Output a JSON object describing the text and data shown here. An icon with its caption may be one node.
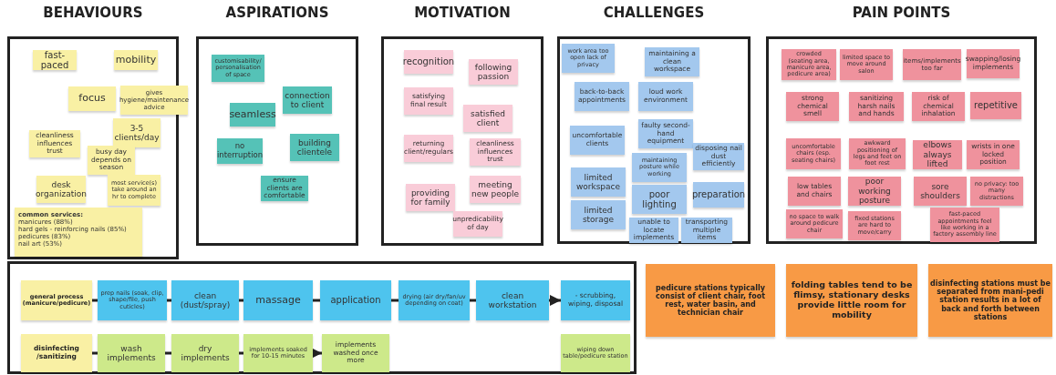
{
  "diagram": {
    "nodes": [
      {
        "text": [
          "BEHAVIOURS"
        ]
      },
      {
        "text": [
          "fast-paced"
        ],
        "in": 0
      },
      {
        "text": [
          "mobility"
        ],
        "in": 0
      },
      {
        "text": [
          "focus"
        ],
        "in": 0
      },
      {
        "text": [
          "gives hygiene/maintenance advice"
        ],
        "in": 0
      },
      {
        "text": [
          "3-5 clients/day"
        ],
        "in": 0
      },
      {
        "text": [
          "cleanliness influences trust"
        ],
        "in": 0
      },
      {
        "text": [
          "busy day depends on season"
        ],
        "in": 0
      },
      {
        "text": [
          "desk organization"
        ],
        "in": 0
      },
      {
        "text": [
          "most service(s) take around an hr to complete"
        ],
        "in": 0
      },
      {
        "text": [
          "common services:",
          "manicures (88%)",
          "hard gels - reinforcing nails (85%)",
          "pedicures (83%)",
          "nail art (53%)"
        ],
        "in": 0
      },
      {
        "text": [
          "ASPIRATIONS"
        ]
      },
      {
        "text": [
          "customisability/ personalisation of space"
        ],
        "in": 11
      },
      {
        "text": [
          "connection to client"
        ],
        "in": 11
      },
      {
        "text": [
          "seamless"
        ],
        "in": 11
      },
      {
        "text": [
          "no interruption"
        ],
        "in": 11
      },
      {
        "text": [
          "building clientele"
        ],
        "in": 11
      },
      {
        "text": [
          "ensure clients are comfortable"
        ],
        "in": 11
      },
      {
        "text": [
          "MOTIVATION"
        ]
      },
      {
        "text": [
          "recognition"
        ],
        "in": 18
      },
      {
        "text": [
          "following passion"
        ],
        "in": 18
      },
      {
        "text": [
          "satisfying final result"
        ],
        "in": 18
      },
      {
        "text": [
          "satisfied client"
        ],
        "in": 18
      },
      {
        "text": [
          "returning client/regulars"
        ],
        "in": 18
      },
      {
        "text": [
          "cleanliness influences trust"
        ],
        "in": 18
      },
      {
        "text": [
          "providing for family"
        ],
        "in": 18
      },
      {
        "text": [
          "meeting new people"
        ],
        "in": 18
      },
      {
        "text": [
          "unpredicability of day"
        ],
        "in": 18
      },
      {
        "text": [
          "CHALLENGES"
        ]
      },
      {
        "text": [
          "work area too open lack of privacy"
        ],
        "in": 28
      },
      {
        "text": [
          "maintaining a clean workspace"
        ],
        "in": 28
      },
      {
        "text": [
          "back-to-back appointments"
        ],
        "in": 28
      },
      {
        "text": [
          "loud work environment"
        ],
        "in": 28
      },
      {
        "text": [
          "uncomfortable clients"
        ],
        "in": 28
      },
      {
        "text": [
          "faulty second-hand equipment"
        ],
        "in": 28
      },
      {
        "text": [
          "disposing nail dust efficiently"
        ],
        "in": 28
      },
      {
        "text": [
          "maintaining posture while working"
        ],
        "in": 28
      },
      {
        "text": [
          "limited workspace"
        ],
        "in": 28
      },
      {
        "text": [
          "poor lighting"
        ],
        "in": 28
      },
      {
        "text": [
          "preparation"
        ],
        "in": 28
      },
      {
        "text": [
          "limited storage"
        ],
        "in": 28
      },
      {
        "text": [
          "unable to locate implements"
        ],
        "in": 28
      },
      {
        "text": [
          "transporting multiple items"
        ],
        "in": 28
      },
      {
        "text": [
          "PAIN POINTS"
        ]
      },
      {
        "text": [
          "crowded (seating area, manicure area, pedicure area)"
        ],
        "in": 43
      },
      {
        "text": [
          "limited space to move around salon"
        ],
        "in": 43
      },
      {
        "text": [
          "items/implements too far"
        ],
        "in": 43
      },
      {
        "text": [
          "swapping/losing implements"
        ],
        "in": 43
      },
      {
        "text": [
          "strong chemical smell"
        ],
        "in": 43
      },
      {
        "text": [
          "sanitizing harsh nails and hands"
        ],
        "in": 43
      },
      {
        "text": [
          "risk of chemical inhalation"
        ],
        "in": 43
      },
      {
        "text": [
          "repetitive"
        ],
        "in": 43
      },
      {
        "text": [
          "uncomfortable chairs (esp. seating chairs)"
        ],
        "in": 43
      },
      {
        "text": [
          "awkward positioning of legs and feet on foot rest"
        ],
        "in": 43
      },
      {
        "text": [
          "elbows always lifted"
        ],
        "in": 43
      },
      {
        "text": [
          "wrists in one locked position"
        ],
        "in": 43
      },
      {
        "text": [
          "low tables and chairs"
        ],
        "in": 43
      },
      {
        "text": [
          "poor working posture"
        ],
        "in": 43
      },
      {
        "text": [
          "sore shoulders"
        ],
        "in": 43
      },
      {
        "text": [
          "no privacy: too many distractions"
        ],
        "in": 43
      },
      {
        "text": [
          "no space to walk around pedicure chair"
        ],
        "in": 43
      },
      {
        "text": [
          "fixed stations are hard to move/carry"
        ],
        "in": 43
      },
      {
        "text": [
          "fast-paced appointments feel like working in a factory assembly line"
        ],
        "in": 43
      },
      {
        "text": [],
        "shape": "box"
      },
      {
        "text": [
          "general process (manicure/pedicure)"
        ],
        "in": 63
      },
      {
        "text": [
          "prep nails (soak, clip, shape/file, push cuticles)"
        ],
        "in": 63
      },
      {
        "text": [
          "clean (dust/spray)"
        ],
        "in": 63
      },
      {
        "text": [
          "massage"
        ],
        "in": 63
      },
      {
        "text": [
          "application"
        ],
        "in": 63
      },
      {
        "text": [
          "drying (air dry/fan/uv depending on coat)"
        ],
        "in": 63
      },
      {
        "text": [
          "clean workstation"
        ],
        "in": 63
      },
      {
        "text": [
          "- scrubbing, wiping, disposal"
        ],
        "in": 63
      },
      {
        "text": [
          "disinfecting /sanitizing"
        ],
        "in": 63
      },
      {
        "text": [
          "wash implements"
        ],
        "in": 63
      },
      {
        "text": [
          "dry implements"
        ],
        "in": 63
      },
      {
        "text": [
          "implements soaked for 10-15 minutes"
        ],
        "in": 63
      },
      {
        "text": [
          "implements washed once more"
        ],
        "in": 63
      },
      {
        "text": [
          "wiping down table/pedicure station"
        ],
        "in": 63
      },
      {
        "text": [
          "pedicure stations typically consist of client chair, foot rest, water basin, and technician chair"
        ]
      },
      {
        "text": [
          "folding tables tend to be flimsy, stationary desks provide little room for mobility"
        ]
      },
      {
        "text": [
          "disinfecting stations must be separated from mani-pedi station results in a lot of back and forth between stations"
        ]
      }
    ],
    "edges": [
      {
        "from": 64,
        "to": 65,
        "arrow": "none"
      },
      {
        "from": 65,
        "to": 66,
        "arrow": "none"
      },
      {
        "from": 66,
        "to": 67,
        "arrow": "none"
      },
      {
        "from": 67,
        "to": 68,
        "arrow": "none"
      },
      {
        "from": 68,
        "to": 69,
        "arrow": "none"
      },
      {
        "from": 69,
        "to": 70,
        "arrow": "none"
      },
      {
        "from": 70,
        "to": 71,
        "arrow": "to"
      },
      {
        "from": 72,
        "to": 73,
        "arrow": "none"
      },
      {
        "from": 73,
        "to": 74,
        "arrow": "none"
      },
      {
        "from": 74,
        "to": 75,
        "arrow": "none"
      },
      {
        "from": 75,
        "to": 76,
        "arrow": "to"
      }
    ]
  }
}
